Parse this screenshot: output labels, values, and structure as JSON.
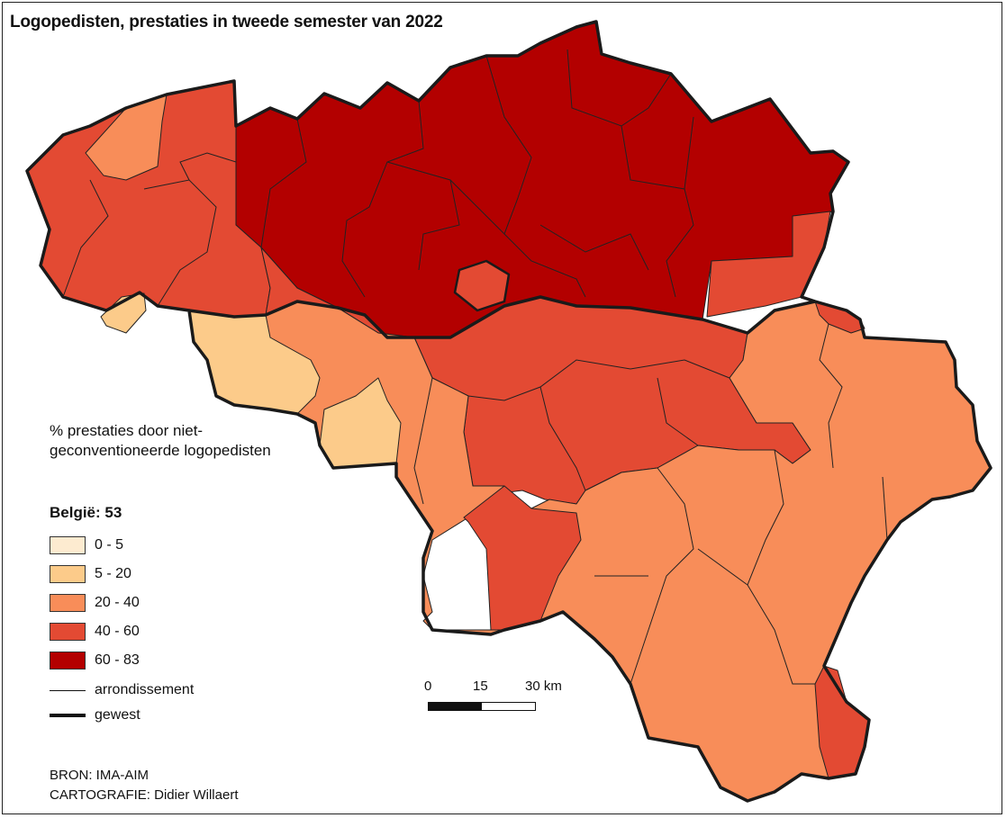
{
  "title": "Logopedisten, prestaties in tweede semester van 2022",
  "legend": {
    "title": "% prestaties door niet-geconventioneerde logopedisten",
    "summary": "België: 53",
    "classes": [
      {
        "label": "0 - 5",
        "color": "#fdebd0"
      },
      {
        "label": "5 - 20",
        "color": "#fccb8a"
      },
      {
        "label": "20 - 40",
        "color": "#f88d59"
      },
      {
        "label": "40 - 60",
        "color": "#e34a33"
      },
      {
        "label": "60 - 83",
        "color": "#b30000"
      }
    ],
    "line_arrondissement": "arrondissement",
    "line_gewest": "gewest"
  },
  "scale": {
    "labels": [
      "0",
      "15",
      "30 km"
    ]
  },
  "credits": {
    "source": "BRON: IMA-AIM",
    "cartography": "CARTOGRAFIE: Didier Willaert"
  }
}
